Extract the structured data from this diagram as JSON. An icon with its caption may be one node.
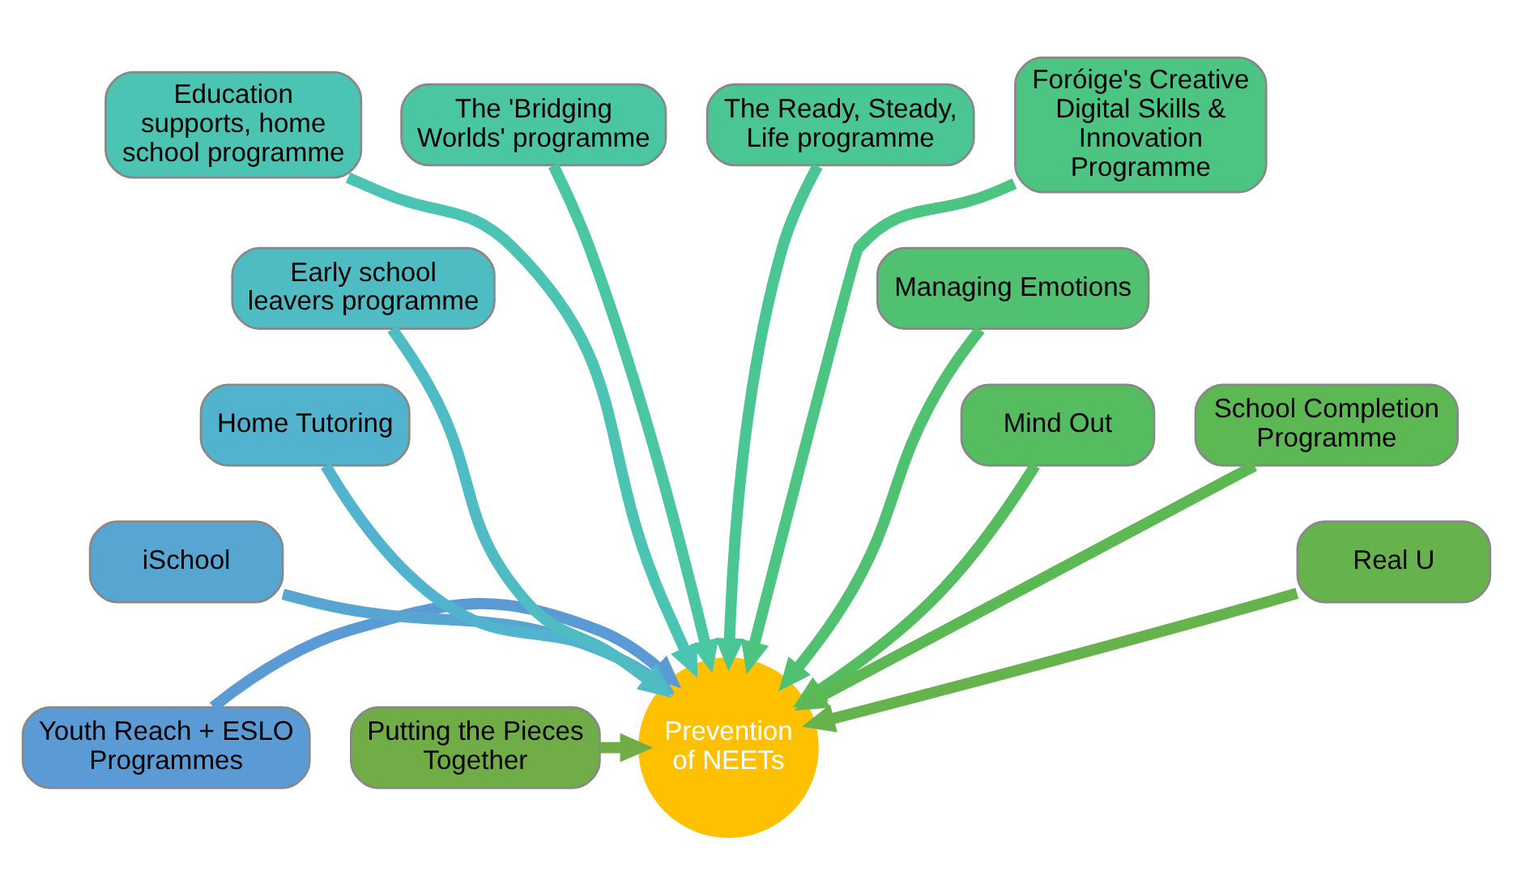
{
  "diagram": {
    "nodes": [
      {
        "text": [
          "Youth Reach + ESLO Programmes"
        ]
      },
      {
        "text": [
          "iSchool"
        ]
      },
      {
        "text": [
          "Home Tutoring"
        ]
      },
      {
        "text": [
          "Early school leavers programme"
        ]
      },
      {
        "text": [
          "Education supports, home school programme"
        ]
      },
      {
        "text": [
          "The 'Bridging Worlds' programme"
        ]
      },
      {
        "text": [
          "The Ready, Steady, Life programme"
        ]
      },
      {
        "text": [
          "Foróige's Creative Digital Skills & Innovation Programme"
        ]
      },
      {
        "text": [
          "Managing Emotions"
        ]
      },
      {
        "text": [
          "Mind Out"
        ]
      },
      {
        "text": [
          "School Completion Programme"
        ]
      },
      {
        "text": [
          "Real U"
        ]
      },
      {
        "text": [
          "Putting the Pieces Together"
        ]
      },
      {
        "text": [
          "Prevention of NEETs"
        ]
      }
    ],
    "edges": [
      {
        "from": 0,
        "to": 13,
        "arrow": "to",
        "color": "#5b9bd5"
      },
      {
        "from": 1,
        "to": 13,
        "arrow": "to",
        "color": "#57a6d2"
      },
      {
        "from": 2,
        "to": 13,
        "arrow": "to",
        "color": "#52b3cf"
      },
      {
        "from": 3,
        "to": 13,
        "arrow": "to",
        "color": "#4fbcc4"
      },
      {
        "from": 4,
        "to": 13,
        "arrow": "to",
        "color": "#4cc4b3"
      },
      {
        "from": 5,
        "to": 13,
        "arrow": "to",
        "color": "#4ac6a2"
      },
      {
        "from": 6,
        "to": 13,
        "arrow": "to",
        "color": "#4ac594"
      },
      {
        "from": 7,
        "to": 13,
        "arrow": "to",
        "color": "#4cc482"
      },
      {
        "from": 8,
        "to": 13,
        "arrow": "to",
        "color": "#4fc171"
      },
      {
        "from": 9,
        "to": 13,
        "arrow": "to",
        "color": "#55bd5f"
      },
      {
        "from": 10,
        "to": 13,
        "arrow": "to",
        "color": "#5cb853"
      },
      {
        "from": 11,
        "to": 13,
        "arrow": "to",
        "color": "#66b24c"
      },
      {
        "from": 12,
        "to": 13,
        "arrow": "to",
        "color": "#70ad47"
      }
    ]
  }
}
